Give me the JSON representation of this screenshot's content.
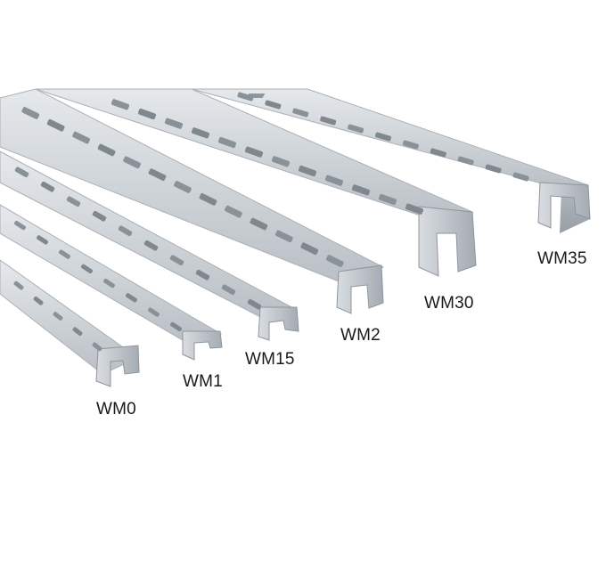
{
  "photo": {
    "subject": "galvanized steel C-channel strut profiles",
    "background_color": "#ffffff",
    "metal_color": "#c9ced3"
  },
  "labels": [
    {
      "text": "WM0"
    },
    {
      "text": "WM1"
    },
    {
      "text": "WM15"
    },
    {
      "text": "WM2"
    },
    {
      "text": "WM30"
    },
    {
      "text": "WM35"
    }
  ]
}
